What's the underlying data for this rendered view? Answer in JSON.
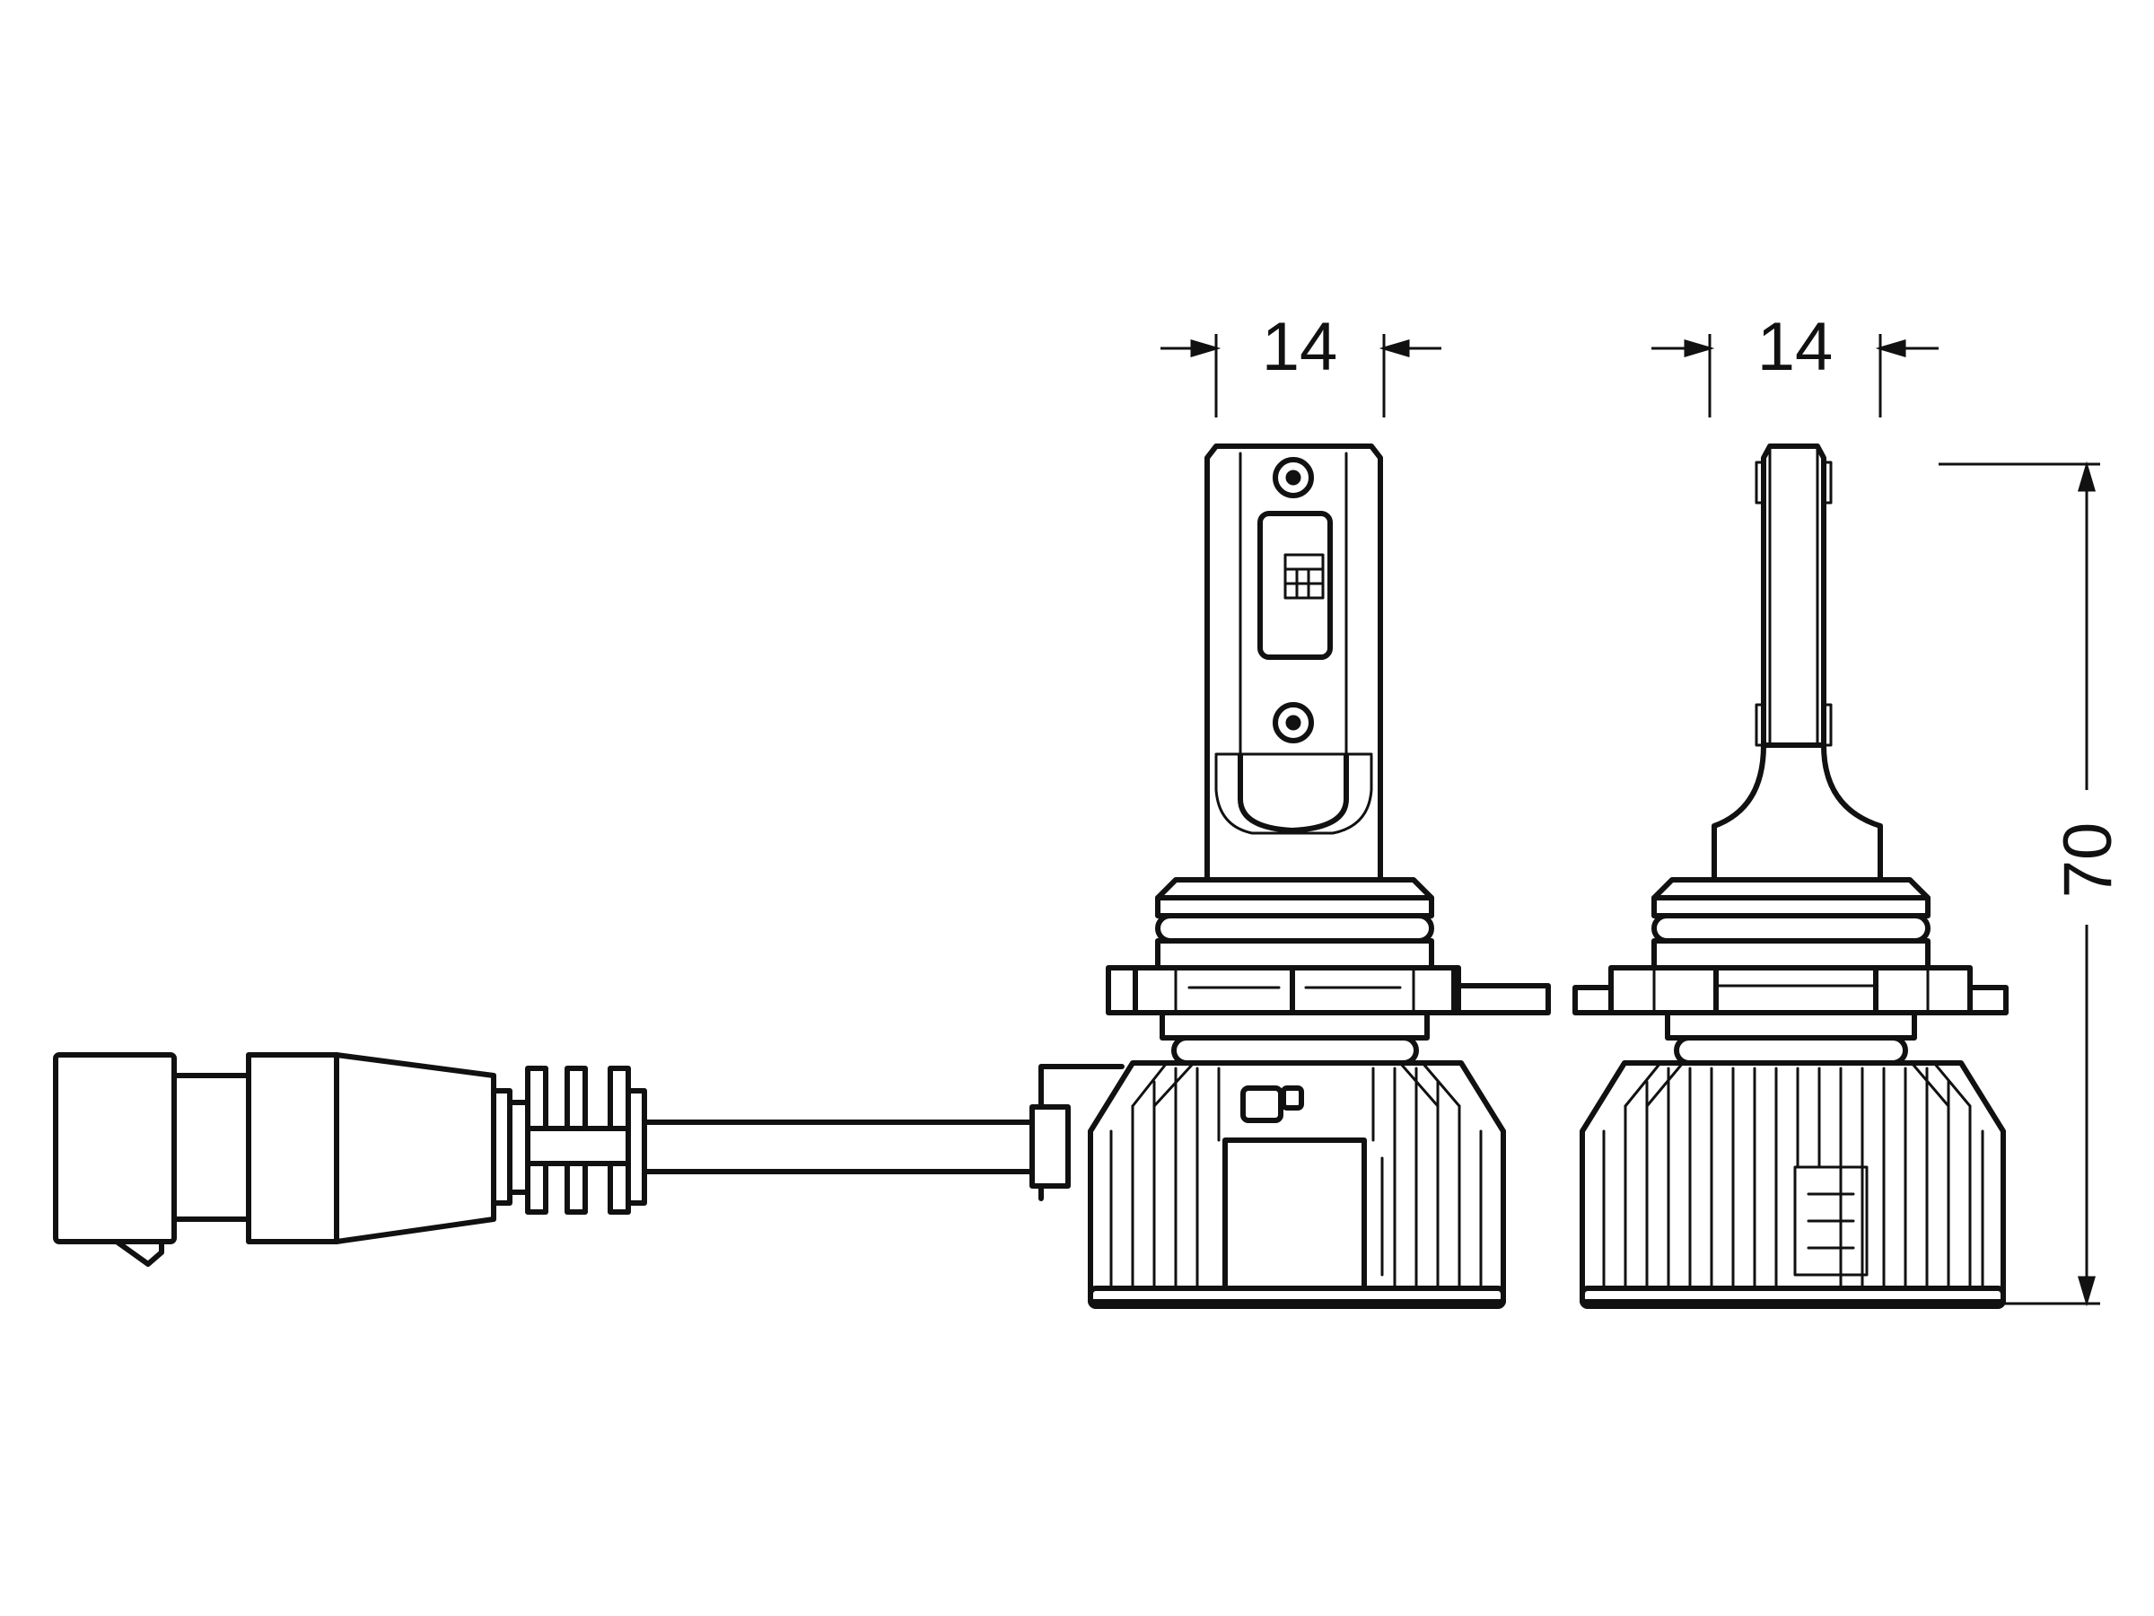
{
  "dimensions": {
    "width_left": "14",
    "width_right": "14",
    "height": "70"
  },
  "colors": {
    "line": "#111111",
    "background": "#ffffff"
  }
}
